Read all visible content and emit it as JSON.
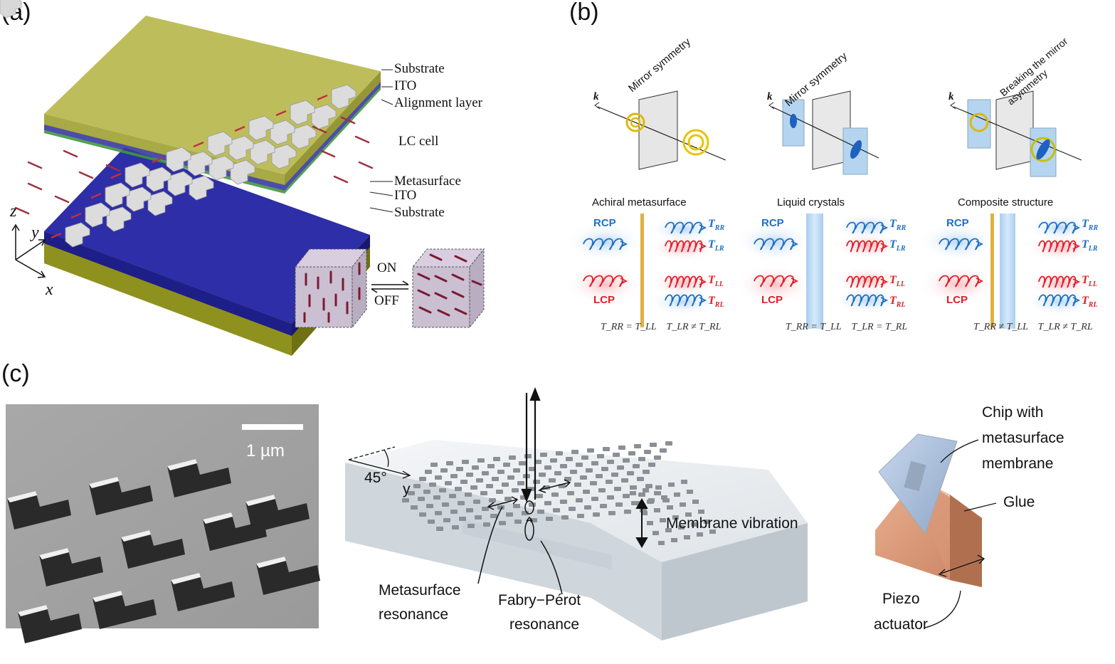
{
  "panels": {
    "a": {
      "label": "(a)",
      "layers": [
        "Substrate",
        "ITO",
        "Alignment layer",
        "LC cell",
        "Metasurface",
        "ITO",
        "Substrate"
      ],
      "axes": {
        "z": "z",
        "y": "y",
        "x": "x"
      },
      "switch": {
        "on": "ON",
        "off": "OFF"
      }
    },
    "b": {
      "label": "(b)",
      "columns": [
        {
          "top": "Mirror symmetry",
          "title": "Achiral metasurface",
          "relation": "T_RR = T_LL    T_LR ≠ T_RL"
        },
        {
          "top": "Mirror symmetry",
          "title": "Liquid crystals",
          "relation": "T_RR = T_LL    T_LR = T_RL"
        },
        {
          "top": "Breaking the mirror asymmetry",
          "title": "Composite structure",
          "relation": "T_RR ≠ T_LL    T_LR ≠ T_RL"
        }
      ],
      "k_label": "k",
      "rcp": "RCP",
      "lcp": "LCP",
      "outputs": [
        "T_RR",
        "T_LR",
        "T_LL",
        "T_RL"
      ]
    },
    "c": {
      "label": "(c)",
      "scale_bar": "1 µm",
      "angle": "45°",
      "axis_y": "y",
      "metasurface_resonance": [
        "Metasurface",
        "resonance"
      ],
      "fabry_perot": [
        "Fabry−Pérot",
        "resonance"
      ],
      "membrane_vibration": "Membrane vibration",
      "chip": [
        "Chip with",
        "metasurface",
        "membrane"
      ],
      "glue": "Glue",
      "piezo": [
        "Piezo",
        "actuator"
      ]
    }
  },
  "colors": {
    "substrate_top": "#a9ab3a",
    "ito_blue": "#2a2d9a",
    "metasurface_navy": "#2b2b9f",
    "rcp_blue": "#1f6fc0",
    "lcp_red": "#e0202a",
    "glass": "#b8d8f0"
  }
}
